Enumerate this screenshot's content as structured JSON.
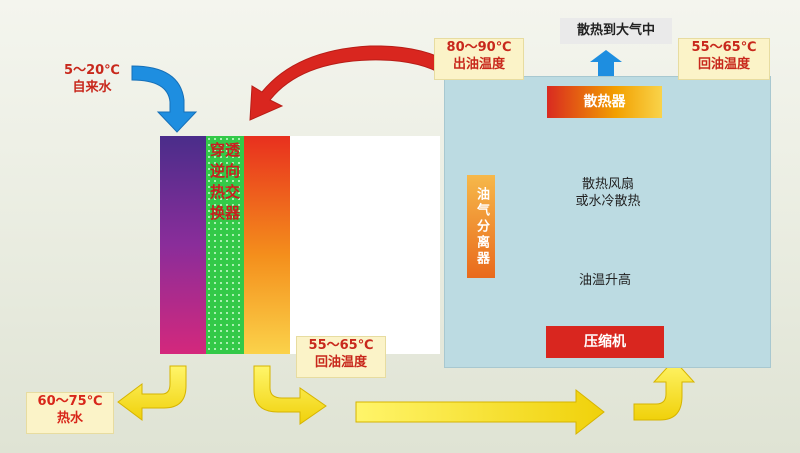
{
  "tap_water": {
    "temp": "5～20℃",
    "label": "自来水"
  },
  "oil_out": {
    "temp": "80～90℃",
    "label": "出油温度"
  },
  "exhaust": {
    "label": "散热到大气中"
  },
  "oil_return_top": {
    "temp": "55～65℃",
    "label": "回油温度"
  },
  "radiator": {
    "label": "散热器"
  },
  "fan": {
    "line1": "散热风扇",
    "line2": "或水冷散热"
  },
  "separator": {
    "label": "油气分离器"
  },
  "oil_rise": {
    "label": "油温升高"
  },
  "compressor": {
    "label": "压缩机"
  },
  "heat_exchanger": {
    "label": "穿透逆向热交换器"
  },
  "oil_return_bottom": {
    "temp": "55～65℃",
    "label": "回油温度"
  },
  "hot_water": {
    "temp": "60～75℃",
    "label": "热水"
  },
  "colors": {
    "red": "#d9261f",
    "yellow": "#f7e82a",
    "blue": "#1e8ee0",
    "green": "#33c948",
    "panel": "#bcdbe2"
  }
}
